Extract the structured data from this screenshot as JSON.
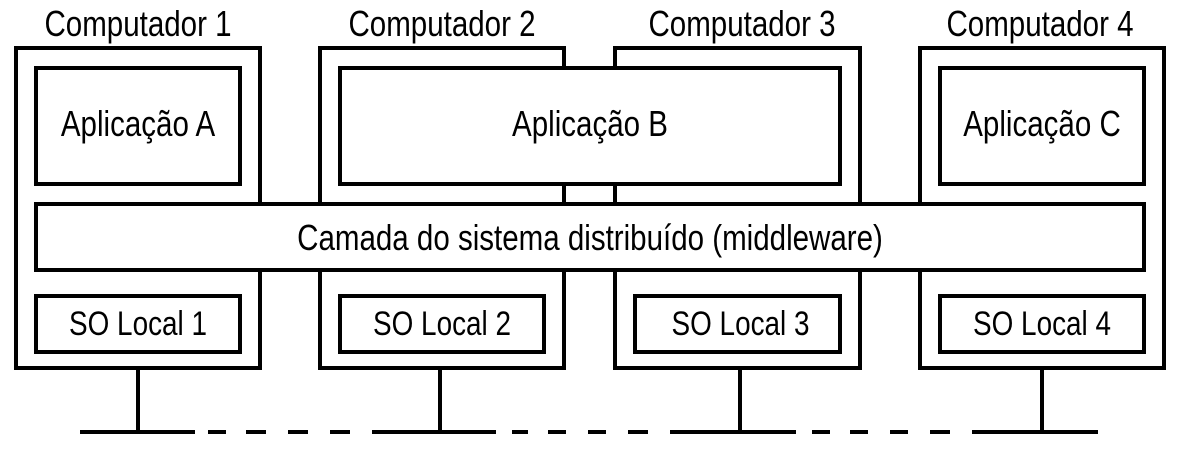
{
  "computers": [
    {
      "label": "Computador 1",
      "os": "SO Local 1"
    },
    {
      "label": "Computador 2",
      "os": "SO Local 2"
    },
    {
      "label": "Computador 3",
      "os": "SO Local 3"
    },
    {
      "label": "Computador 4",
      "os": "SO Local 4"
    }
  ],
  "applications": {
    "a": "Aplicação A",
    "b": "Aplicação B",
    "c": "Aplicação C"
  },
  "middleware": "Camada do sistema distribuído (middleware)",
  "colors": {
    "stroke": "#000000",
    "background": "#ffffff"
  }
}
